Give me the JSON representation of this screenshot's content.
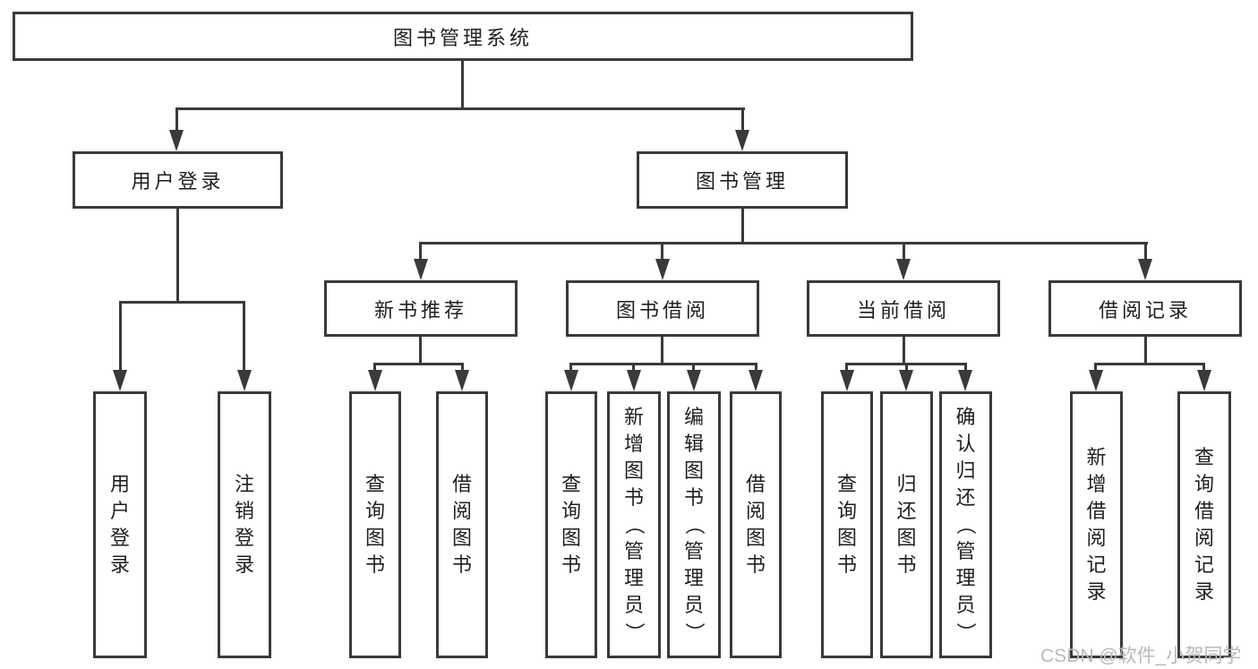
{
  "nodes": {
    "root": "图书管理系统",
    "user_login": "用户登录",
    "book_mgmt": "图书管理",
    "new_book": "新书推荐",
    "book_borrow": "图书借阅",
    "current_borrow": "当前借阅",
    "borrow_records": "借阅记录"
  },
  "leaves": {
    "user_login": [
      "用户登录",
      "注销登录"
    ],
    "new_book": [
      "查询图书",
      "借阅图书"
    ],
    "book_borrow": [
      "查询图书",
      "新增图书（管理员）",
      "编辑图书（管理员）",
      "借阅图书"
    ],
    "current_borrow": [
      "查询图书",
      "归还图书",
      "确认归还（管理员）"
    ],
    "borrow_records": [
      "新增借阅记录",
      "查询借阅记录"
    ]
  },
  "watermark": "CSDN @软件_小贺同学",
  "colors": {
    "line": "#3a3a3a",
    "text": "#1f1f1f",
    "watermark": "#b9b9b9",
    "background": "#ffffff"
  }
}
